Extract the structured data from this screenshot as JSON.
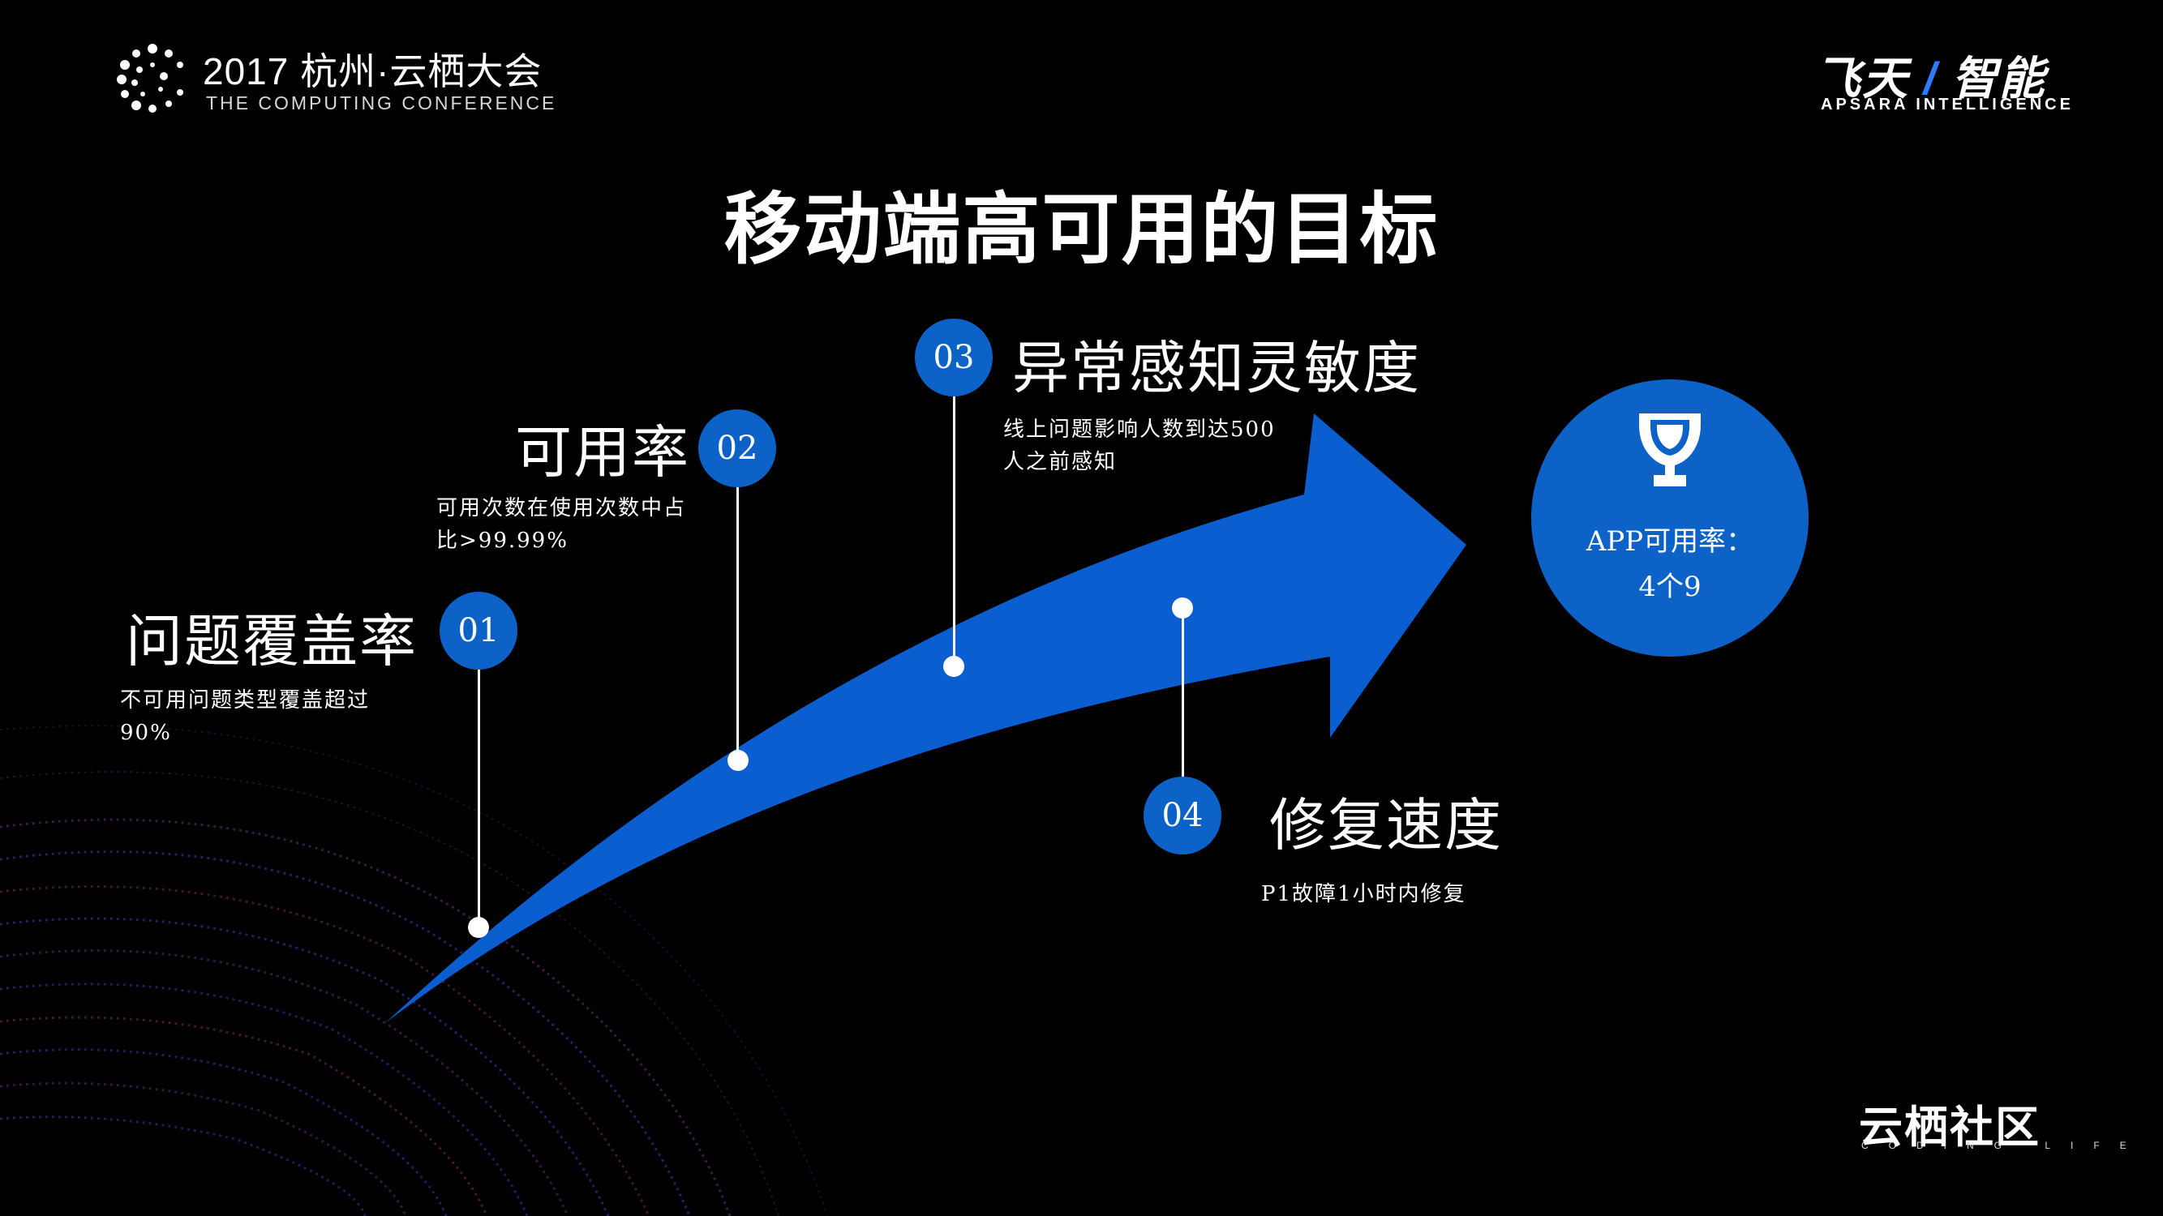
{
  "header": {
    "conference_title": "2017 杭州·云栖大会",
    "conference_subtitle": "THE COMPUTING CONFERENCE",
    "right_brand_part1": "飞天",
    "right_brand_slash": "/",
    "right_brand_part2": "智能",
    "right_brand_subtitle": "APSARA INTELLIGENCE"
  },
  "title": "移动端高可用的目标",
  "steps": [
    {
      "number": "01",
      "heading": "问题覆盖率",
      "desc_line1": "不可用问题类型覆盖超过",
      "desc_line2": "90%"
    },
    {
      "number": "02",
      "heading": "可用率",
      "desc_line1": "可用次数在使用次数中占",
      "desc_line2": "比>99.99%"
    },
    {
      "number": "03",
      "heading": "异常感知灵敏度",
      "desc_line1": "线上问题影响人数到达500",
      "desc_line2": "人之前感知"
    },
    {
      "number": "04",
      "heading": "修复速度",
      "desc_line1": "P1故障1小时内修复"
    }
  ],
  "target": {
    "icon": "trophy-icon",
    "line1": "APP可用率：",
    "line2": "4个9"
  },
  "footer": {
    "community_name": "云栖社区",
    "community_subtitle": "CODING LIFE"
  },
  "colors": {
    "background": "#000000",
    "accent_blue": "#0d62c8",
    "arrow_blue": "#0a5ecf",
    "swirl_purple": "#5b2a8a"
  }
}
